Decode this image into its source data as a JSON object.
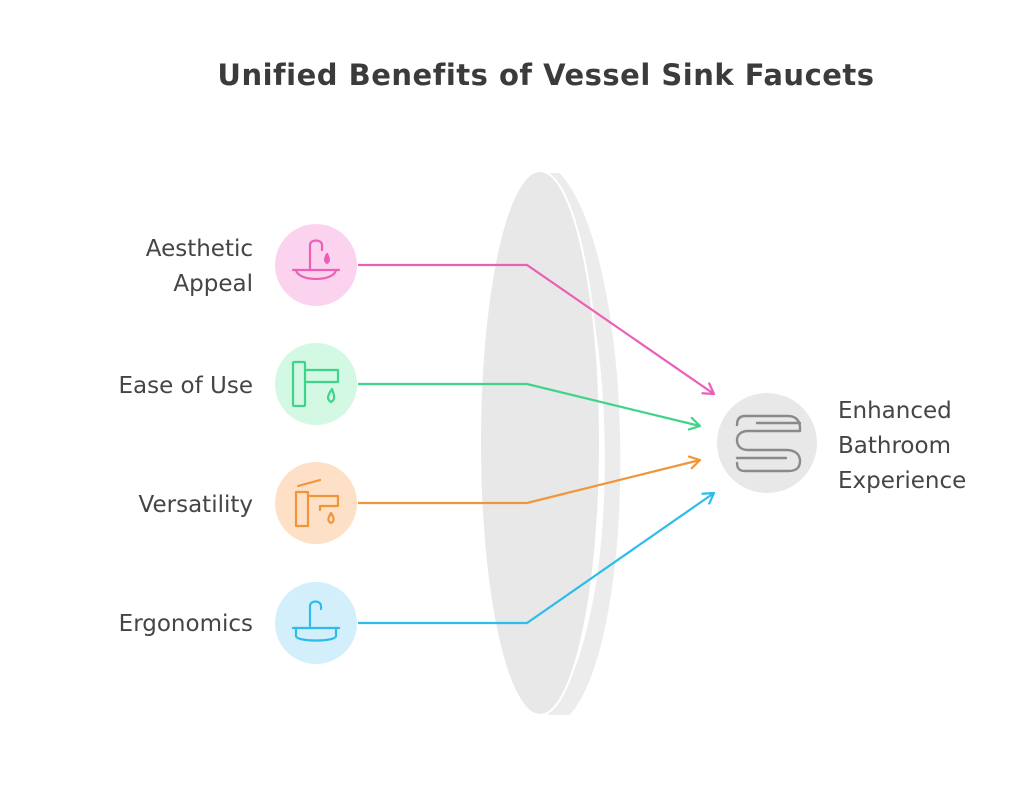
{
  "title": "Unified Benefits of Vessel Sink Faucets",
  "inputs": [
    {
      "label": "Aesthetic Appeal",
      "label_lines": [
        "Aesthetic",
        "Appeal"
      ],
      "icon": "sink-faucet-drop-icon",
      "color": "#ec5fb6",
      "bg": "#fcd3ee"
    },
    {
      "label": "Ease of Use",
      "label_lines": [
        "Ease of Use"
      ],
      "icon": "faucet-drop-icon",
      "color": "#3fd48a",
      "bg": "#d3f8e3"
    },
    {
      "label": "Versatility",
      "label_lines": [
        "Versatility"
      ],
      "icon": "tap-drop-icon",
      "color": "#f0963a",
      "bg": "#fde0c6"
    },
    {
      "label": "Ergonomics",
      "label_lines": [
        "Ergonomics"
      ],
      "icon": "basin-faucet-icon",
      "color": "#2dbdea",
      "bg": "#d2effb"
    }
  ],
  "output": {
    "label": "Enhanced Bathroom Experience",
    "label_lines": [
      "Enhanced",
      "Bathroom",
      "Experience"
    ],
    "icon": "towel-stack-icon",
    "color": "#8a8a8a",
    "bg": "#e8e8e8"
  },
  "lens": {
    "color": "#e9e9e9"
  }
}
